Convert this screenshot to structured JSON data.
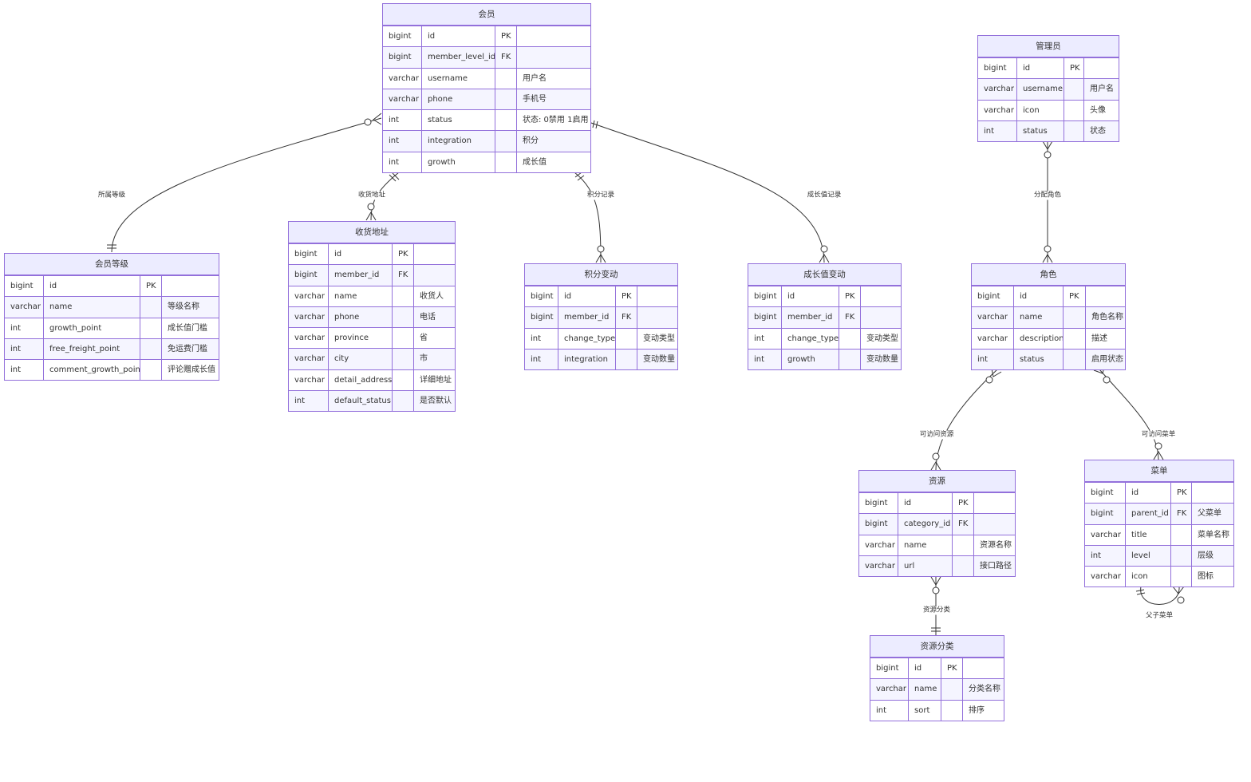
{
  "entities": {
    "member": {
      "title": "会员",
      "rows": [
        [
          "bigint",
          "id",
          "PK",
          ""
        ],
        [
          "bigint",
          "member_level_id",
          "FK",
          ""
        ],
        [
          "varchar",
          "username",
          "",
          "用户名"
        ],
        [
          "varchar",
          "phone",
          "",
          "手机号"
        ],
        [
          "int",
          "status",
          "",
          "状态: 0禁用 1启用"
        ],
        [
          "int",
          "integration",
          "",
          "积分"
        ],
        [
          "int",
          "growth",
          "",
          "成长值"
        ]
      ]
    },
    "member_level": {
      "title": "会员等级",
      "rows": [
        [
          "bigint",
          "id",
          "PK",
          ""
        ],
        [
          "varchar",
          "name",
          "",
          "等级名称"
        ],
        [
          "int",
          "growth_point",
          "",
          "成长值门槛"
        ],
        [
          "int",
          "free_freight_point",
          "",
          "免运费门槛"
        ],
        [
          "int",
          "comment_growth_point",
          "",
          "评论赠成长值"
        ]
      ]
    },
    "address": {
      "title": "收货地址",
      "rows": [
        [
          "bigint",
          "id",
          "PK",
          ""
        ],
        [
          "bigint",
          "member_id",
          "FK",
          ""
        ],
        [
          "varchar",
          "name",
          "",
          "收货人"
        ],
        [
          "varchar",
          "phone",
          "",
          "电话"
        ],
        [
          "varchar",
          "province",
          "",
          "省"
        ],
        [
          "varchar",
          "city",
          "",
          "市"
        ],
        [
          "varchar",
          "detail_address",
          "",
          "详细地址"
        ],
        [
          "int",
          "default_status",
          "",
          "是否默认"
        ]
      ]
    },
    "integration_change": {
      "title": "积分变动",
      "rows": [
        [
          "bigint",
          "id",
          "PK",
          ""
        ],
        [
          "bigint",
          "member_id",
          "FK",
          ""
        ],
        [
          "int",
          "change_type",
          "",
          "变动类型"
        ],
        [
          "int",
          "integration",
          "",
          "变动数量"
        ]
      ]
    },
    "growth_change": {
      "title": "成长值变动",
      "rows": [
        [
          "bigint",
          "id",
          "PK",
          ""
        ],
        [
          "bigint",
          "member_id",
          "FK",
          ""
        ],
        [
          "int",
          "change_type",
          "",
          "变动类型"
        ],
        [
          "int",
          "growth",
          "",
          "变动数量"
        ]
      ]
    },
    "admin": {
      "title": "管理员",
      "rows": [
        [
          "bigint",
          "id",
          "PK",
          ""
        ],
        [
          "varchar",
          "username",
          "",
          "用户名"
        ],
        [
          "varchar",
          "icon",
          "",
          "头像"
        ],
        [
          "int",
          "status",
          "",
          "状态"
        ]
      ]
    },
    "role": {
      "title": "角色",
      "rows": [
        [
          "bigint",
          "id",
          "PK",
          ""
        ],
        [
          "varchar",
          "name",
          "",
          "角色名称"
        ],
        [
          "varchar",
          "description",
          "",
          "描述"
        ],
        [
          "int",
          "status",
          "",
          "启用状态"
        ]
      ]
    },
    "resource": {
      "title": "资源",
      "rows": [
        [
          "bigint",
          "id",
          "PK",
          ""
        ],
        [
          "bigint",
          "category_id",
          "FK",
          ""
        ],
        [
          "varchar",
          "name",
          "",
          "资源名称"
        ],
        [
          "varchar",
          "url",
          "",
          "接口路径"
        ]
      ]
    },
    "menu": {
      "title": "菜单",
      "rows": [
        [
          "bigint",
          "id",
          "PK",
          ""
        ],
        [
          "bigint",
          "parent_id",
          "FK",
          "父菜单"
        ],
        [
          "varchar",
          "title",
          "",
          "菜单名称"
        ],
        [
          "int",
          "level",
          "",
          "层级"
        ],
        [
          "varchar",
          "icon",
          "",
          "图标"
        ]
      ]
    },
    "resource_category": {
      "title": "资源分类",
      "rows": [
        [
          "bigint",
          "id",
          "PK",
          ""
        ],
        [
          "varchar",
          "name",
          "",
          "分类名称"
        ],
        [
          "int",
          "sort",
          "",
          "排序"
        ]
      ]
    }
  },
  "relationships": {
    "member_level": "所属等级",
    "address": "收货地址",
    "integration": "积分记录",
    "growth": "成长值记录",
    "admin_role": "分配角色",
    "role_resource": "可访问资源",
    "role_menu": "可访问菜单",
    "resource_category": "资源分类",
    "menu_parent": "父子菜单"
  }
}
